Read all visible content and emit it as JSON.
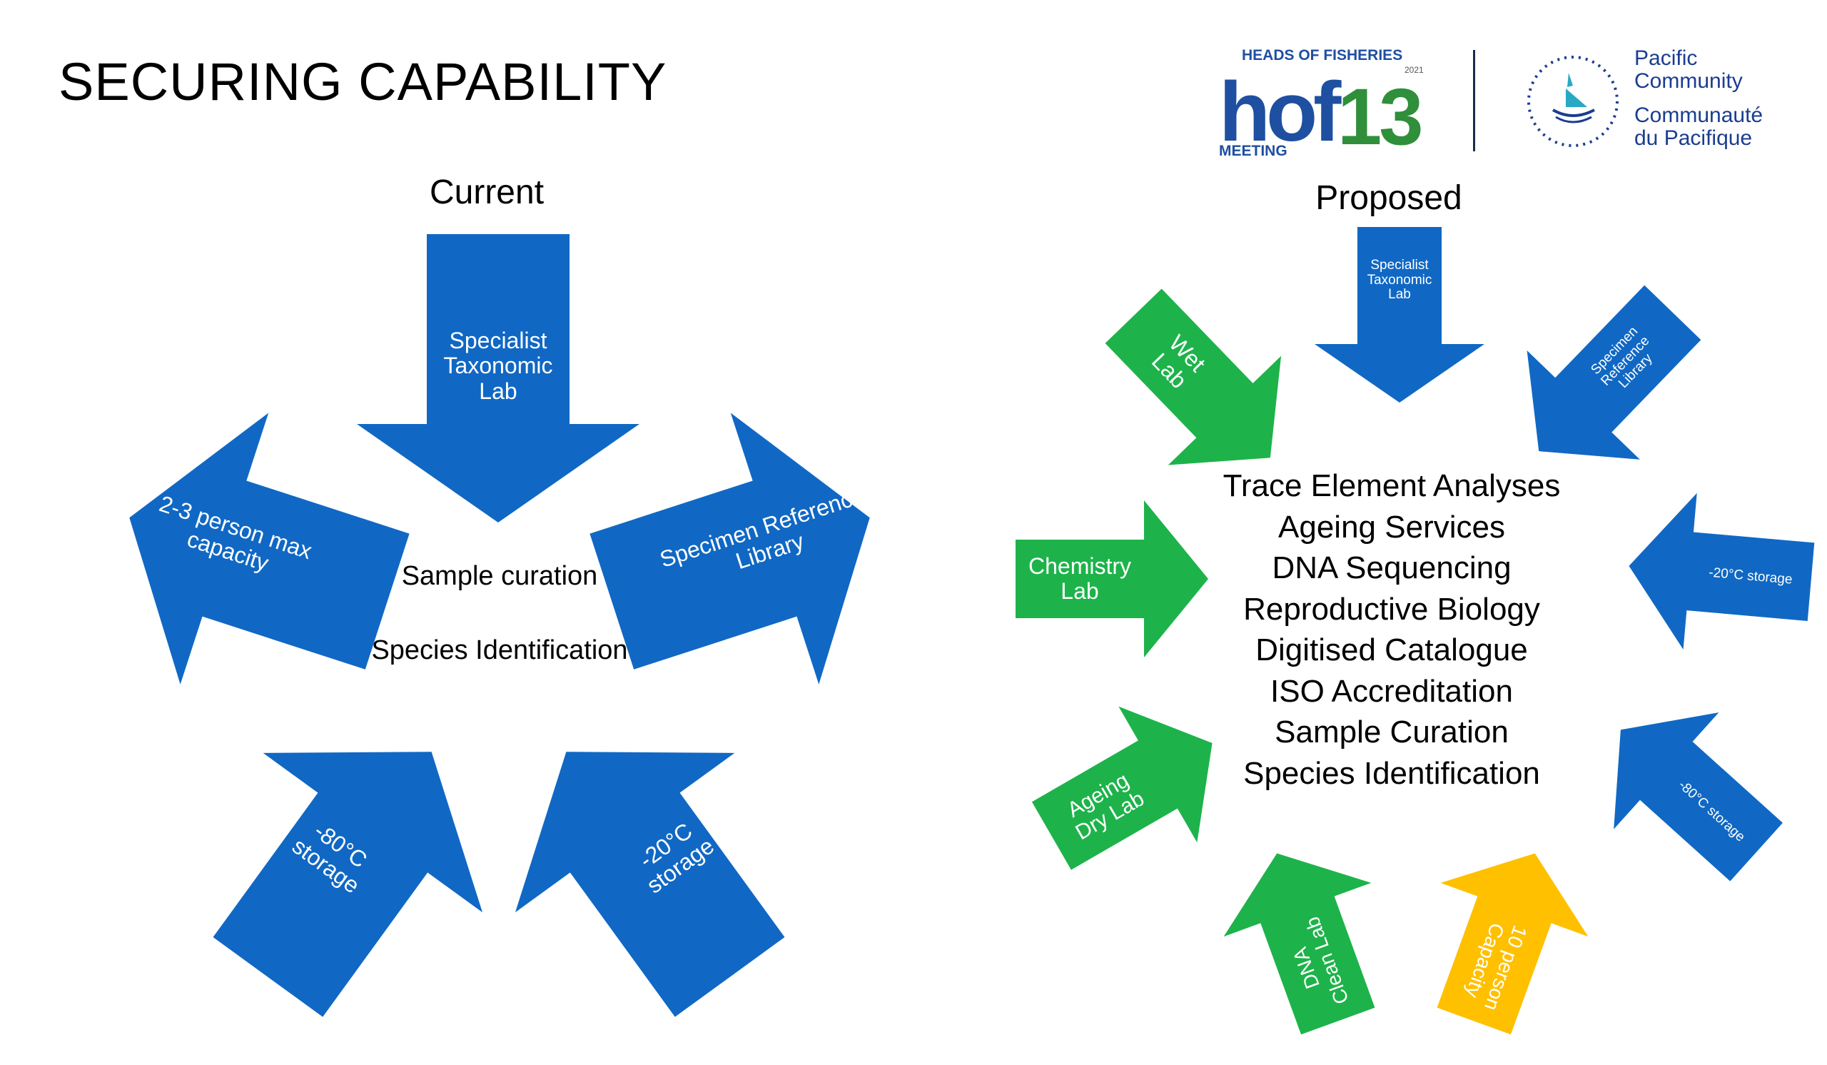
{
  "slide": {
    "title": "SECURING CAPABILITY",
    "current_heading": "Current",
    "proposed_heading": "Proposed"
  },
  "logos": {
    "hof": {
      "top": "HEADS OF FISHERIES",
      "year": "2021",
      "main": "hof13",
      "bottom": "MEETING",
      "blue": "#1e4fa0",
      "green": "#2f8f3a"
    },
    "spc": {
      "line1": "Pacific",
      "line2": "Community",
      "line3": "Communauté",
      "line4": "du Pacifique",
      "color": "#1a3d8f"
    }
  },
  "current": {
    "center_line1": "Sample curation",
    "center_line2": "Species Identification",
    "arrows": [
      {
        "label": "Specialist\nTaxonomic\nLab",
        "color": "#1068c4"
      },
      {
        "label": "Specimen Reference\nLibrary",
        "color": "#1068c4"
      },
      {
        "label": "-20°C\nstorage",
        "color": "#1068c4"
      },
      {
        "label": "-80°C\nstorage",
        "color": "#1068c4"
      },
      {
        "label": "2-3 person max\ncapacity",
        "color": "#1068c4"
      }
    ]
  },
  "proposed": {
    "services": [
      "Trace Element Analyses",
      "Ageing Services",
      "DNA Sequencing",
      "Reproductive Biology",
      "Digitised Catalogue",
      "ISO Accreditation",
      "Sample Curation",
      "Species Identification"
    ],
    "arrows": [
      {
        "label": "Specialist\nTaxonomic\nLab",
        "color": "#1068c4"
      },
      {
        "label": "Specimen\nReference\nLibrary",
        "color": "#1068c4"
      },
      {
        "label": "-20°C storage",
        "color": "#1068c4"
      },
      {
        "label": "-80°C storage",
        "color": "#1068c4"
      },
      {
        "label": "10 person\nCapacity",
        "color": "#ffc000"
      },
      {
        "label": "DNA\nClean Lab",
        "color": "#1db34a"
      },
      {
        "label": "Ageing\nDry Lab",
        "color": "#1db34a"
      },
      {
        "label": "Chemistry\nLab",
        "color": "#1db34a"
      },
      {
        "label": "Wet\nLab",
        "color": "#1db34a"
      }
    ]
  }
}
